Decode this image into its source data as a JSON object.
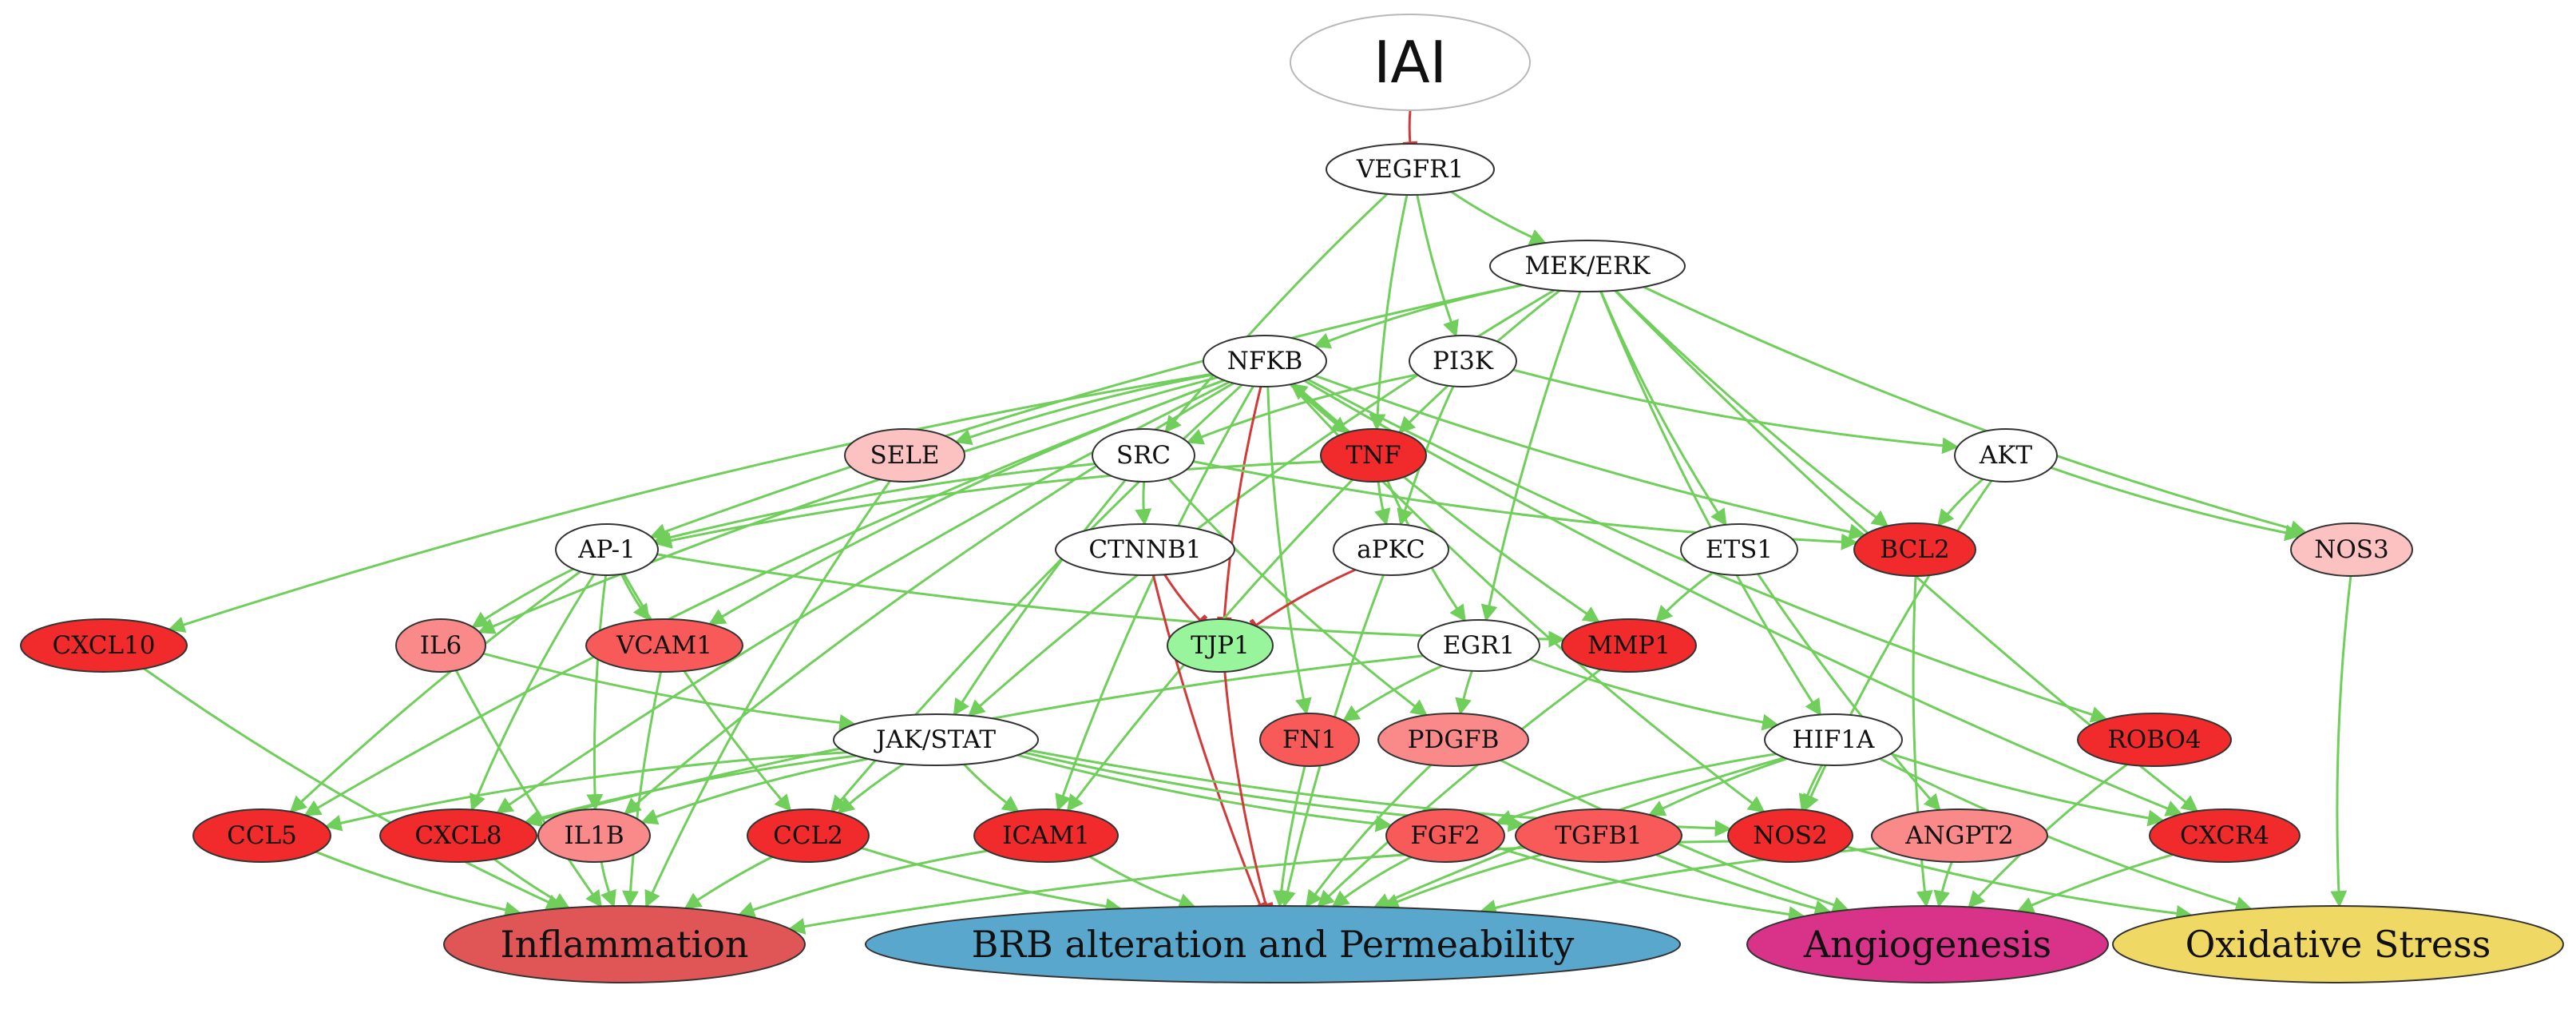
{
  "colors": {
    "activate": "#6fcf5a",
    "inhibit": "#d23a3a",
    "white": "#ffffff",
    "red_dark": "#f12b2b",
    "red_mid": "#f85a5a",
    "red_light": "#fa8a8a",
    "pink": "#fcc2c2",
    "green": "#99f59b",
    "inflammation": "#e05656",
    "brb": "#5aa7cd",
    "angiogenesis": "#d83289",
    "oxidative": "#f0d864"
  },
  "nodes": [
    {
      "id": "IAI",
      "label": "IAI",
      "fill": "white",
      "kind": "root"
    },
    {
      "id": "VEGFR1",
      "label": "VEGFR1",
      "fill": "white"
    },
    {
      "id": "MEKERK",
      "label": "MEK/ERK",
      "fill": "white"
    },
    {
      "id": "NFKB",
      "label": "NFKB",
      "fill": "white"
    },
    {
      "id": "PI3K",
      "label": "PI3K",
      "fill": "white"
    },
    {
      "id": "SELE",
      "label": "SELE",
      "fill": "pink"
    },
    {
      "id": "SRC",
      "label": "SRC",
      "fill": "white"
    },
    {
      "id": "TNF",
      "label": "TNF",
      "fill": "red_dark"
    },
    {
      "id": "AKT",
      "label": "AKT",
      "fill": "white"
    },
    {
      "id": "AP1",
      "label": "AP-1",
      "fill": "white"
    },
    {
      "id": "CTNNB1",
      "label": "CTNNB1",
      "fill": "white"
    },
    {
      "id": "aPKC",
      "label": "aPKC",
      "fill": "white"
    },
    {
      "id": "ETS1",
      "label": "ETS1",
      "fill": "white"
    },
    {
      "id": "BCL2",
      "label": "BCL2",
      "fill": "red_dark"
    },
    {
      "id": "NOS3",
      "label": "NOS3",
      "fill": "pink"
    },
    {
      "id": "CXCL10",
      "label": "CXCL10",
      "fill": "red_dark"
    },
    {
      "id": "IL6",
      "label": "IL6",
      "fill": "red_light"
    },
    {
      "id": "VCAM1",
      "label": "VCAM1",
      "fill": "red_mid"
    },
    {
      "id": "TJP1",
      "label": "TJP1",
      "fill": "green"
    },
    {
      "id": "EGR1",
      "label": "EGR1",
      "fill": "white"
    },
    {
      "id": "MMP1",
      "label": "MMP1",
      "fill": "red_dark"
    },
    {
      "id": "JAKSTAT",
      "label": "JAK/STAT",
      "fill": "white"
    },
    {
      "id": "FN1",
      "label": "FN1",
      "fill": "red_mid"
    },
    {
      "id": "PDGFB",
      "label": "PDGFB",
      "fill": "red_light"
    },
    {
      "id": "HIF1A",
      "label": "HIF1A",
      "fill": "white"
    },
    {
      "id": "ROBO4",
      "label": "ROBO4",
      "fill": "red_dark"
    },
    {
      "id": "CCL5",
      "label": "CCL5",
      "fill": "red_dark"
    },
    {
      "id": "CXCL8",
      "label": "CXCL8",
      "fill": "red_dark"
    },
    {
      "id": "IL1B",
      "label": "IL1B",
      "fill": "red_light"
    },
    {
      "id": "CCL2",
      "label": "CCL2",
      "fill": "red_dark"
    },
    {
      "id": "ICAM1",
      "label": "ICAM1",
      "fill": "red_dark"
    },
    {
      "id": "FGF2",
      "label": "FGF2",
      "fill": "red_mid"
    },
    {
      "id": "TGFB1",
      "label": "TGFB1",
      "fill": "red_mid"
    },
    {
      "id": "NOS2",
      "label": "NOS2",
      "fill": "red_dark"
    },
    {
      "id": "ANGPT2",
      "label": "ANGPT2",
      "fill": "red_light"
    },
    {
      "id": "CXCR4",
      "label": "CXCR4",
      "fill": "red_dark"
    },
    {
      "id": "Inflammation",
      "label": "Inflammation",
      "fill": "inflammation",
      "kind": "outcome"
    },
    {
      "id": "BRB",
      "label": "BRB alteration and Permeability",
      "fill": "brb",
      "kind": "outcome"
    },
    {
      "id": "Angiogenesis",
      "label": "Angiogenesis",
      "fill": "angiogenesis",
      "kind": "outcome"
    },
    {
      "id": "Oxidative",
      "label": "Oxidative Stress",
      "fill": "oxidative",
      "kind": "outcome"
    }
  ],
  "edges": [
    {
      "from": "IAI",
      "to": "VEGFR1",
      "type": "inhibit"
    },
    {
      "from": "VEGFR1",
      "to": "MEKERK",
      "type": "activate"
    },
    {
      "from": "VEGFR1",
      "to": "PI3K",
      "type": "activate"
    },
    {
      "from": "VEGFR1",
      "to": "TNF",
      "type": "activate"
    },
    {
      "from": "VEGFR1",
      "to": "SRC",
      "type": "activate"
    },
    {
      "from": "MEKERK",
      "to": "NFKB",
      "type": "activate"
    },
    {
      "from": "MEKERK",
      "to": "AP1",
      "type": "activate"
    },
    {
      "from": "MEKERK",
      "to": "ETS1",
      "type": "activate"
    },
    {
      "from": "MEKERK",
      "to": "EGR1",
      "type": "activate"
    },
    {
      "from": "MEKERK",
      "to": "HIF1A",
      "type": "activate"
    },
    {
      "from": "MEKERK",
      "to": "BCL2",
      "type": "activate"
    },
    {
      "from": "MEKERK",
      "to": "NOS3",
      "type": "activate"
    },
    {
      "from": "MEKERK",
      "to": "CXCR4",
      "type": "activate"
    },
    {
      "from": "MEKERK",
      "to": "JAKSTAT",
      "type": "activate"
    },
    {
      "from": "MEKERK",
      "to": "TNF",
      "type": "activate"
    },
    {
      "from": "PI3K",
      "to": "AKT",
      "type": "activate"
    },
    {
      "from": "PI3K",
      "to": "aPKC",
      "type": "activate"
    },
    {
      "from": "PI3K",
      "to": "SRC",
      "type": "activate"
    },
    {
      "from": "NFKB",
      "to": "TNF",
      "type": "activate"
    },
    {
      "from": "TNF",
      "to": "NFKB",
      "type": "activate"
    },
    {
      "from": "NFKB",
      "to": "SELE",
      "type": "activate"
    },
    {
      "from": "NFKB",
      "to": "TJP1",
      "type": "inhibit"
    },
    {
      "from": "NFKB",
      "to": "CXCL10",
      "type": "activate"
    },
    {
      "from": "NFKB",
      "to": "CCL5",
      "type": "activate"
    },
    {
      "from": "NFKB",
      "to": "IL6",
      "type": "activate"
    },
    {
      "from": "NFKB",
      "to": "VCAM1",
      "type": "activate"
    },
    {
      "from": "NFKB",
      "to": "CXCL8",
      "type": "activate"
    },
    {
      "from": "NFKB",
      "to": "IL1B",
      "type": "activate"
    },
    {
      "from": "NFKB",
      "to": "CCL2",
      "type": "activate"
    },
    {
      "from": "NFKB",
      "to": "ICAM1",
      "type": "activate"
    },
    {
      "from": "NFKB",
      "to": "MMP1",
      "type": "activate"
    },
    {
      "from": "NFKB",
      "to": "NOS2",
      "type": "activate"
    },
    {
      "from": "NFKB",
      "to": "BCL2",
      "type": "activate"
    },
    {
      "from": "NFKB",
      "to": "FN1",
      "type": "activate"
    },
    {
      "from": "NFKB",
      "to": "CXCR4",
      "type": "activate"
    },
    {
      "from": "NFKB",
      "to": "ROBO4",
      "type": "activate"
    },
    {
      "from": "SRC",
      "to": "AP1",
      "type": "activate"
    },
    {
      "from": "SRC",
      "to": "CTNNB1",
      "type": "activate"
    },
    {
      "from": "SRC",
      "to": "JAKSTAT",
      "type": "activate"
    },
    {
      "from": "SRC",
      "to": "PDGFB",
      "type": "activate"
    },
    {
      "from": "SRC",
      "to": "BCL2",
      "type": "activate"
    },
    {
      "from": "TNF",
      "to": "AP1",
      "type": "activate"
    },
    {
      "from": "TNF",
      "to": "aPKC",
      "type": "activate"
    },
    {
      "from": "TNF",
      "to": "EGR1",
      "type": "activate"
    },
    {
      "from": "TNF",
      "to": "ICAM1",
      "type": "activate"
    },
    {
      "from": "AKT",
      "to": "BCL2",
      "type": "activate"
    },
    {
      "from": "AKT",
      "to": "NOS3",
      "type": "activate"
    },
    {
      "from": "AKT",
      "to": "NOS2",
      "type": "activate"
    },
    {
      "from": "AP1",
      "to": "IL6",
      "type": "activate"
    },
    {
      "from": "AP1",
      "to": "VCAM1",
      "type": "activate"
    },
    {
      "from": "AP1",
      "to": "CCL5",
      "type": "activate"
    },
    {
      "from": "AP1",
      "to": "CXCL8",
      "type": "activate"
    },
    {
      "from": "AP1",
      "to": "IL1B",
      "type": "activate"
    },
    {
      "from": "AP1",
      "to": "CCL2",
      "type": "activate"
    },
    {
      "from": "AP1",
      "to": "MMP1",
      "type": "activate"
    },
    {
      "from": "CTNNB1",
      "to": "TJP1",
      "type": "inhibit"
    },
    {
      "from": "CTNNB1",
      "to": "BRB",
      "type": "inhibit"
    },
    {
      "from": "aPKC",
      "to": "TJP1",
      "type": "inhibit"
    },
    {
      "from": "aPKC",
      "to": "BRB",
      "type": "activate"
    },
    {
      "from": "ETS1",
      "to": "MMP1",
      "type": "activate"
    },
    {
      "from": "ETS1",
      "to": "ANGPT2",
      "type": "activate"
    },
    {
      "from": "EGR1",
      "to": "FN1",
      "type": "activate"
    },
    {
      "from": "EGR1",
      "to": "PDGFB",
      "type": "activate"
    },
    {
      "from": "EGR1",
      "to": "HIF1A",
      "type": "activate"
    },
    {
      "from": "EGR1",
      "to": "CXCL8",
      "type": "activate"
    },
    {
      "from": "HIF1A",
      "to": "FGF2",
      "type": "activate"
    },
    {
      "from": "HIF1A",
      "to": "TGFB1",
      "type": "activate"
    },
    {
      "from": "HIF1A",
      "to": "NOS2",
      "type": "activate"
    },
    {
      "from": "HIF1A",
      "to": "CXCR4",
      "type": "activate"
    },
    {
      "from": "HIF1A",
      "to": "Oxidative",
      "type": "activate"
    },
    {
      "from": "IL6",
      "to": "JAKSTAT",
      "type": "activate"
    },
    {
      "from": "JAKSTAT",
      "to": "CCL5",
      "type": "activate"
    },
    {
      "from": "JAKSTAT",
      "to": "CXCL8",
      "type": "activate"
    },
    {
      "from": "JAKSTAT",
      "to": "IL1B",
      "type": "activate"
    },
    {
      "from": "JAKSTAT",
      "to": "CCL2",
      "type": "activate"
    },
    {
      "from": "JAKSTAT",
      "to": "ICAM1",
      "type": "activate"
    },
    {
      "from": "JAKSTAT",
      "to": "FGF2",
      "type": "activate"
    },
    {
      "from": "JAKSTAT",
      "to": "TGFB1",
      "type": "activate"
    },
    {
      "from": "JAKSTAT",
      "to": "NOS2",
      "type": "activate"
    },
    {
      "from": "CXCL10",
      "to": "Inflammation",
      "type": "activate"
    },
    {
      "from": "IL6",
      "to": "Inflammation",
      "type": "activate"
    },
    {
      "from": "SELE",
      "to": "Inflammation",
      "type": "activate"
    },
    {
      "from": "VCAM1",
      "to": "Inflammation",
      "type": "activate"
    },
    {
      "from": "CCL5",
      "to": "Inflammation",
      "type": "activate"
    },
    {
      "from": "CXCL8",
      "to": "Inflammation",
      "type": "activate"
    },
    {
      "from": "IL1B",
      "to": "Inflammation",
      "type": "activate"
    },
    {
      "from": "CCL2",
      "to": "Inflammation",
      "type": "activate"
    },
    {
      "from": "ICAM1",
      "to": "Inflammation",
      "type": "activate"
    },
    {
      "from": "NOS2",
      "to": "Inflammation",
      "type": "activate"
    },
    {
      "from": "TJP1",
      "to": "BRB",
      "type": "inhibit"
    },
    {
      "from": "FN1",
      "to": "BRB",
      "type": "activate"
    },
    {
      "from": "PDGFB",
      "to": "BRB",
      "type": "activate"
    },
    {
      "from": "MMP1",
      "to": "BRB",
      "type": "activate"
    },
    {
      "from": "FGF2",
      "to": "BRB",
      "type": "activate"
    },
    {
      "from": "TGFB1",
      "to": "BRB",
      "type": "activate"
    },
    {
      "from": "ICAM1",
      "to": "BRB",
      "type": "activate"
    },
    {
      "from": "CCL2",
      "to": "BRB",
      "type": "activate"
    },
    {
      "from": "ANGPT2",
      "to": "BRB",
      "type": "activate"
    },
    {
      "from": "HIF1A",
      "to": "BRB",
      "type": "activate"
    },
    {
      "from": "FGF2",
      "to": "Angiogenesis",
      "type": "activate"
    },
    {
      "from": "TGFB1",
      "to": "Angiogenesis",
      "type": "activate"
    },
    {
      "from": "ANGPT2",
      "to": "Angiogenesis",
      "type": "activate"
    },
    {
      "from": "CXCR4",
      "to": "Angiogenesis",
      "type": "activate"
    },
    {
      "from": "ROBO4",
      "to": "Angiogenesis",
      "type": "activate"
    },
    {
      "from": "PDGFB",
      "to": "Angiogenesis",
      "type": "activate"
    },
    {
      "from": "BCL2",
      "to": "Angiogenesis",
      "type": "activate"
    },
    {
      "from": "NOS2",
      "to": "Oxidative",
      "type": "activate"
    },
    {
      "from": "NOS3",
      "to": "Oxidative",
      "type": "activate"
    }
  ]
}
